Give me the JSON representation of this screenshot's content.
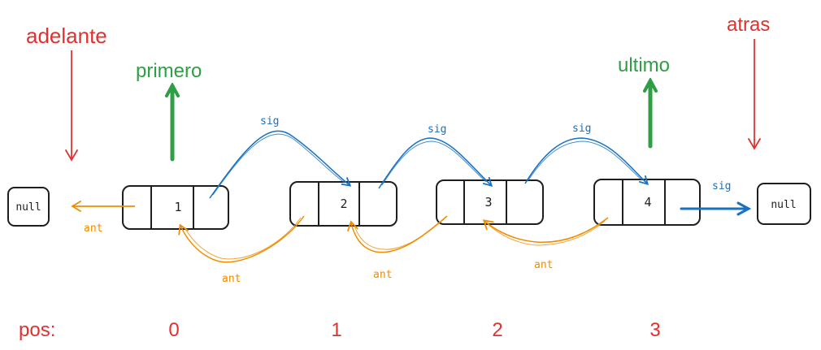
{
  "colors": {
    "red": "#e03131",
    "green": "#2f9e44",
    "blue": "#1971c2",
    "orange": "#f08c00",
    "ink": "#1e1e1e"
  },
  "pointers": {
    "adelante": "adelante",
    "primero": "primero",
    "ultimo": "ultimo",
    "atras": "atras"
  },
  "nodes": [
    {
      "value": "1",
      "position": "0"
    },
    {
      "value": "2",
      "position": "1"
    },
    {
      "value": "3",
      "position": "2"
    },
    {
      "value": "4",
      "position": "3"
    }
  ],
  "null_left": "null",
  "null_right": "null",
  "links": {
    "sig": "sig",
    "ant": "ant"
  },
  "pos_label": "pos:"
}
